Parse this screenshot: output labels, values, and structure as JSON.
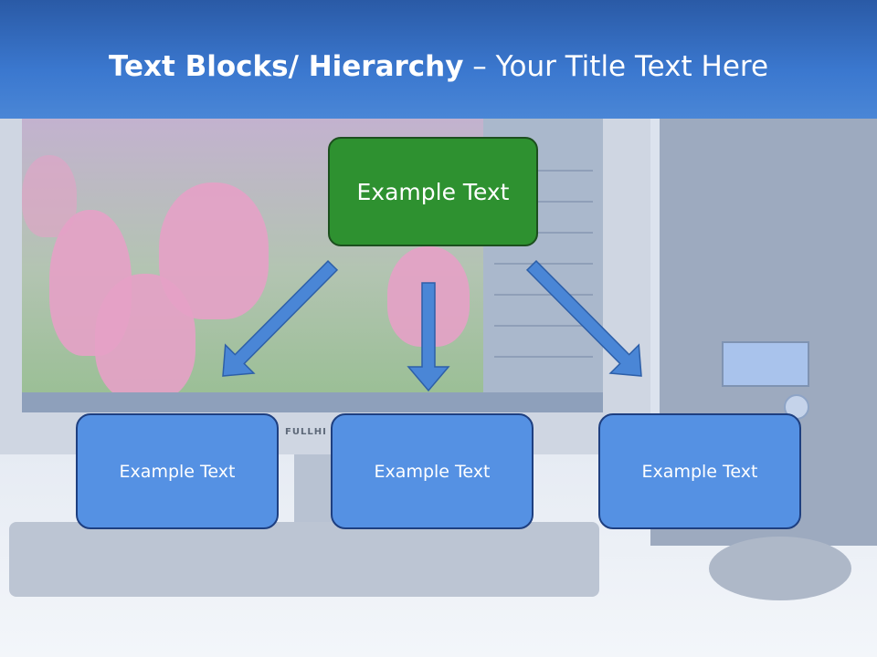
{
  "title": {
    "bold": "Text Blocks/ Hierarchy",
    "rest": " – Your Title Text Here"
  },
  "background": {
    "bezel_text": "FULLHI"
  },
  "diagram": {
    "top_box": {
      "label": "Example Text",
      "color": "#2e9130"
    },
    "children": [
      {
        "label": "Example Text",
        "color": "#5591e3"
      },
      {
        "label": "Example Text",
        "color": "#5591e3"
      },
      {
        "label": "Example Text",
        "color": "#5591e3"
      }
    ],
    "arrow_color": "#4a86d6"
  }
}
